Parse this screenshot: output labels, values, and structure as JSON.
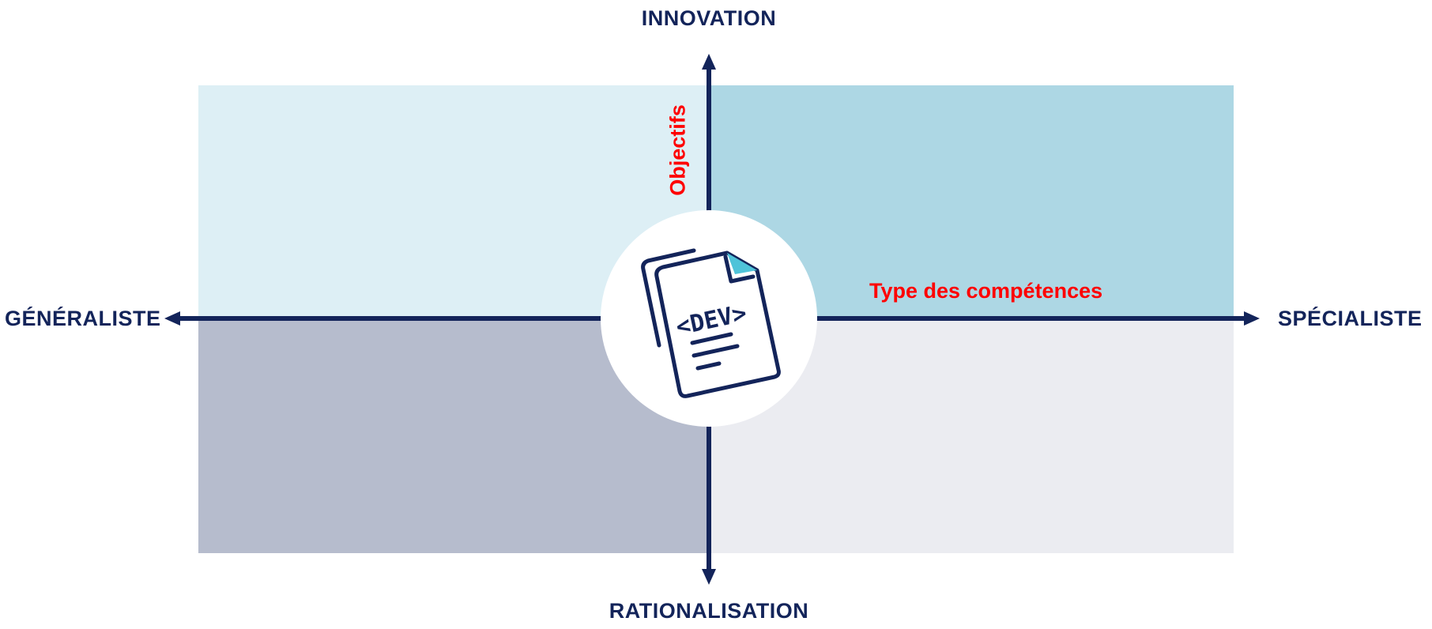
{
  "axes": {
    "top": "INNOVATION",
    "bottom": "RATIONALISATION",
    "left": "GÉNÉRALISTE",
    "right": "SPÉCIALISTE"
  },
  "axis_titles": {
    "vertical": "Objectifs",
    "horizontal": "Type des compétences"
  },
  "center_icon": {
    "name": "dev-document-icon",
    "text": "<DEV>"
  },
  "colors": {
    "quadrant_top_left": "#ddeff5",
    "quadrant_top_right": "#add7e4",
    "quadrant_bottom_left": "#b6bccd",
    "quadrant_bottom_right": "#ebecf1",
    "axis": "#13245a",
    "axis_title": "#ff0000",
    "accent": "#4fc3d9"
  }
}
